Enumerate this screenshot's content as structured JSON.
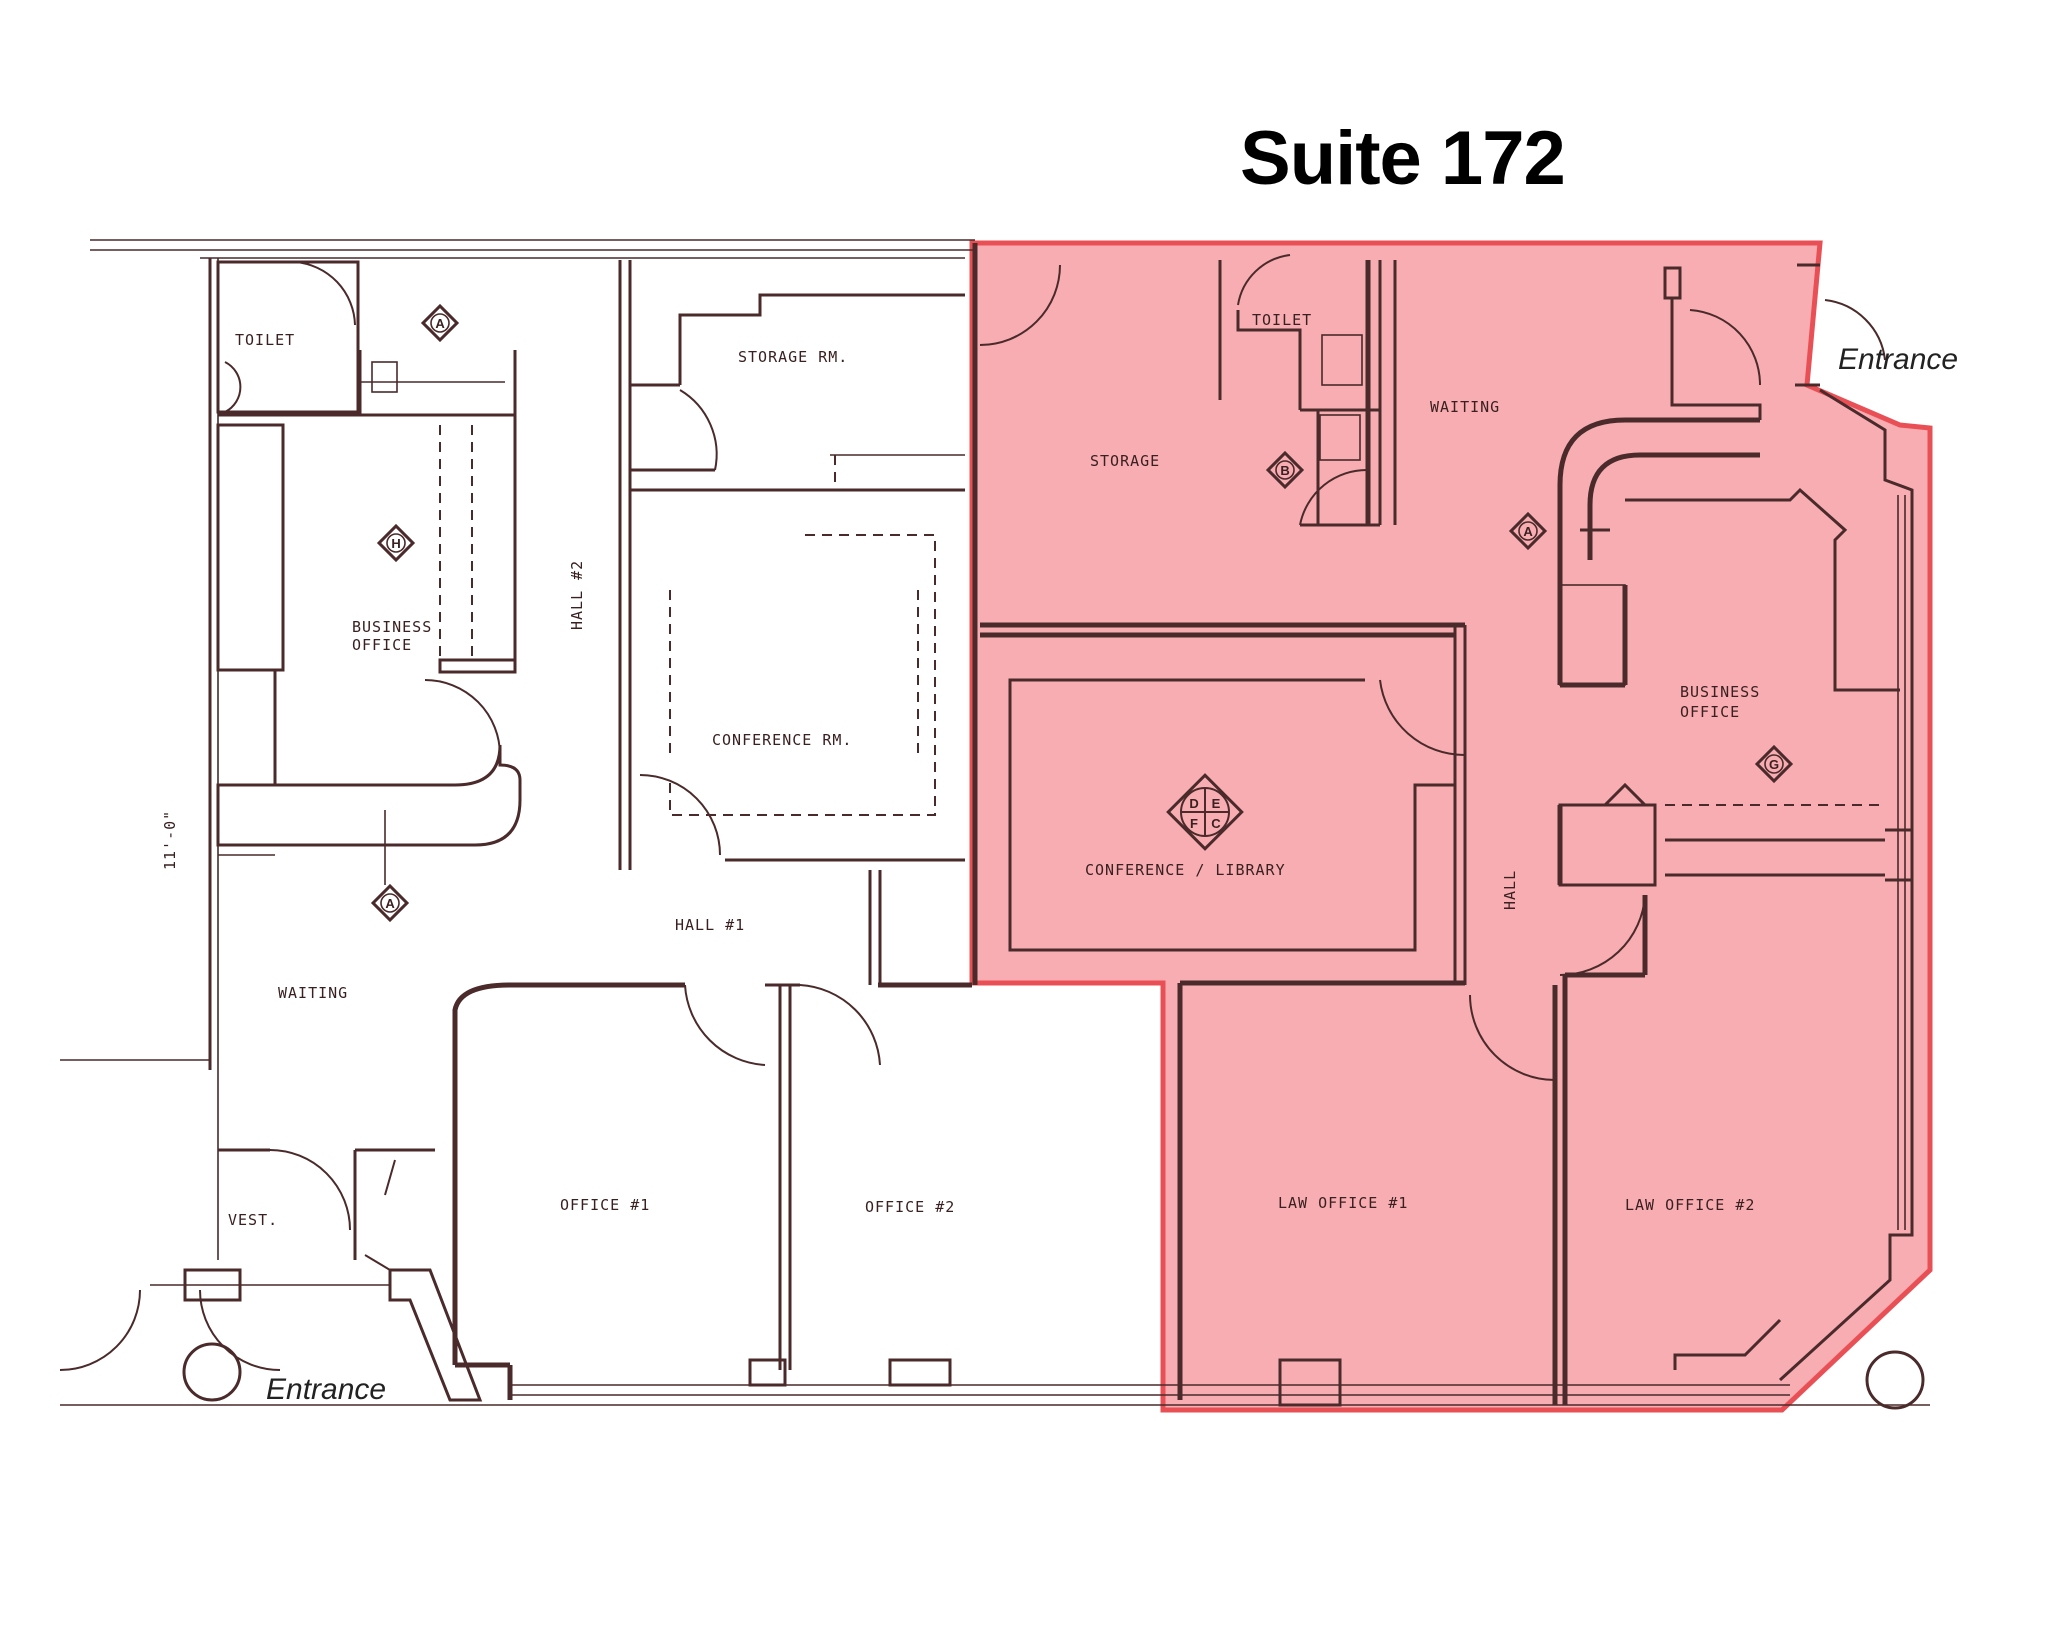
{
  "title": "Suite 172",
  "entrances": {
    "right": "Entrance",
    "bottom_left": "Entrance"
  },
  "colors": {
    "suite_fill": "#f7a9ad",
    "suite_border": "#e8474c",
    "line": "#4a2a2a"
  },
  "rooms_left": {
    "toilet": "TOILET",
    "storage_rm": "STORAGE RM.",
    "business_office": "BUSINESS",
    "business_office_2": "OFFICE",
    "hall_2": "HALL #2",
    "conference_rm": "CONFERENCE RM.",
    "hall_1": "HALL #1",
    "waiting": "WAITING",
    "vest": "VEST.",
    "office_1": "OFFICE #1",
    "office_2": "OFFICE #2",
    "dimension": "11'-0\""
  },
  "rooms_suite": {
    "toilet": "TOILET",
    "waiting": "WAITING",
    "storage": "STORAGE",
    "business_office": "BUSINESS",
    "business_office_2": "OFFICE",
    "conference_library": "CONFERENCE / LIBRARY",
    "hall": "HALL",
    "law_office_1": "LAW OFFICE #1",
    "law_office_2": "LAW OFFICE #2"
  },
  "tags": {
    "a": "A",
    "b": "B",
    "g": "G",
    "h": "H",
    "d": "D",
    "e": "E",
    "f": "F",
    "c": "C"
  }
}
